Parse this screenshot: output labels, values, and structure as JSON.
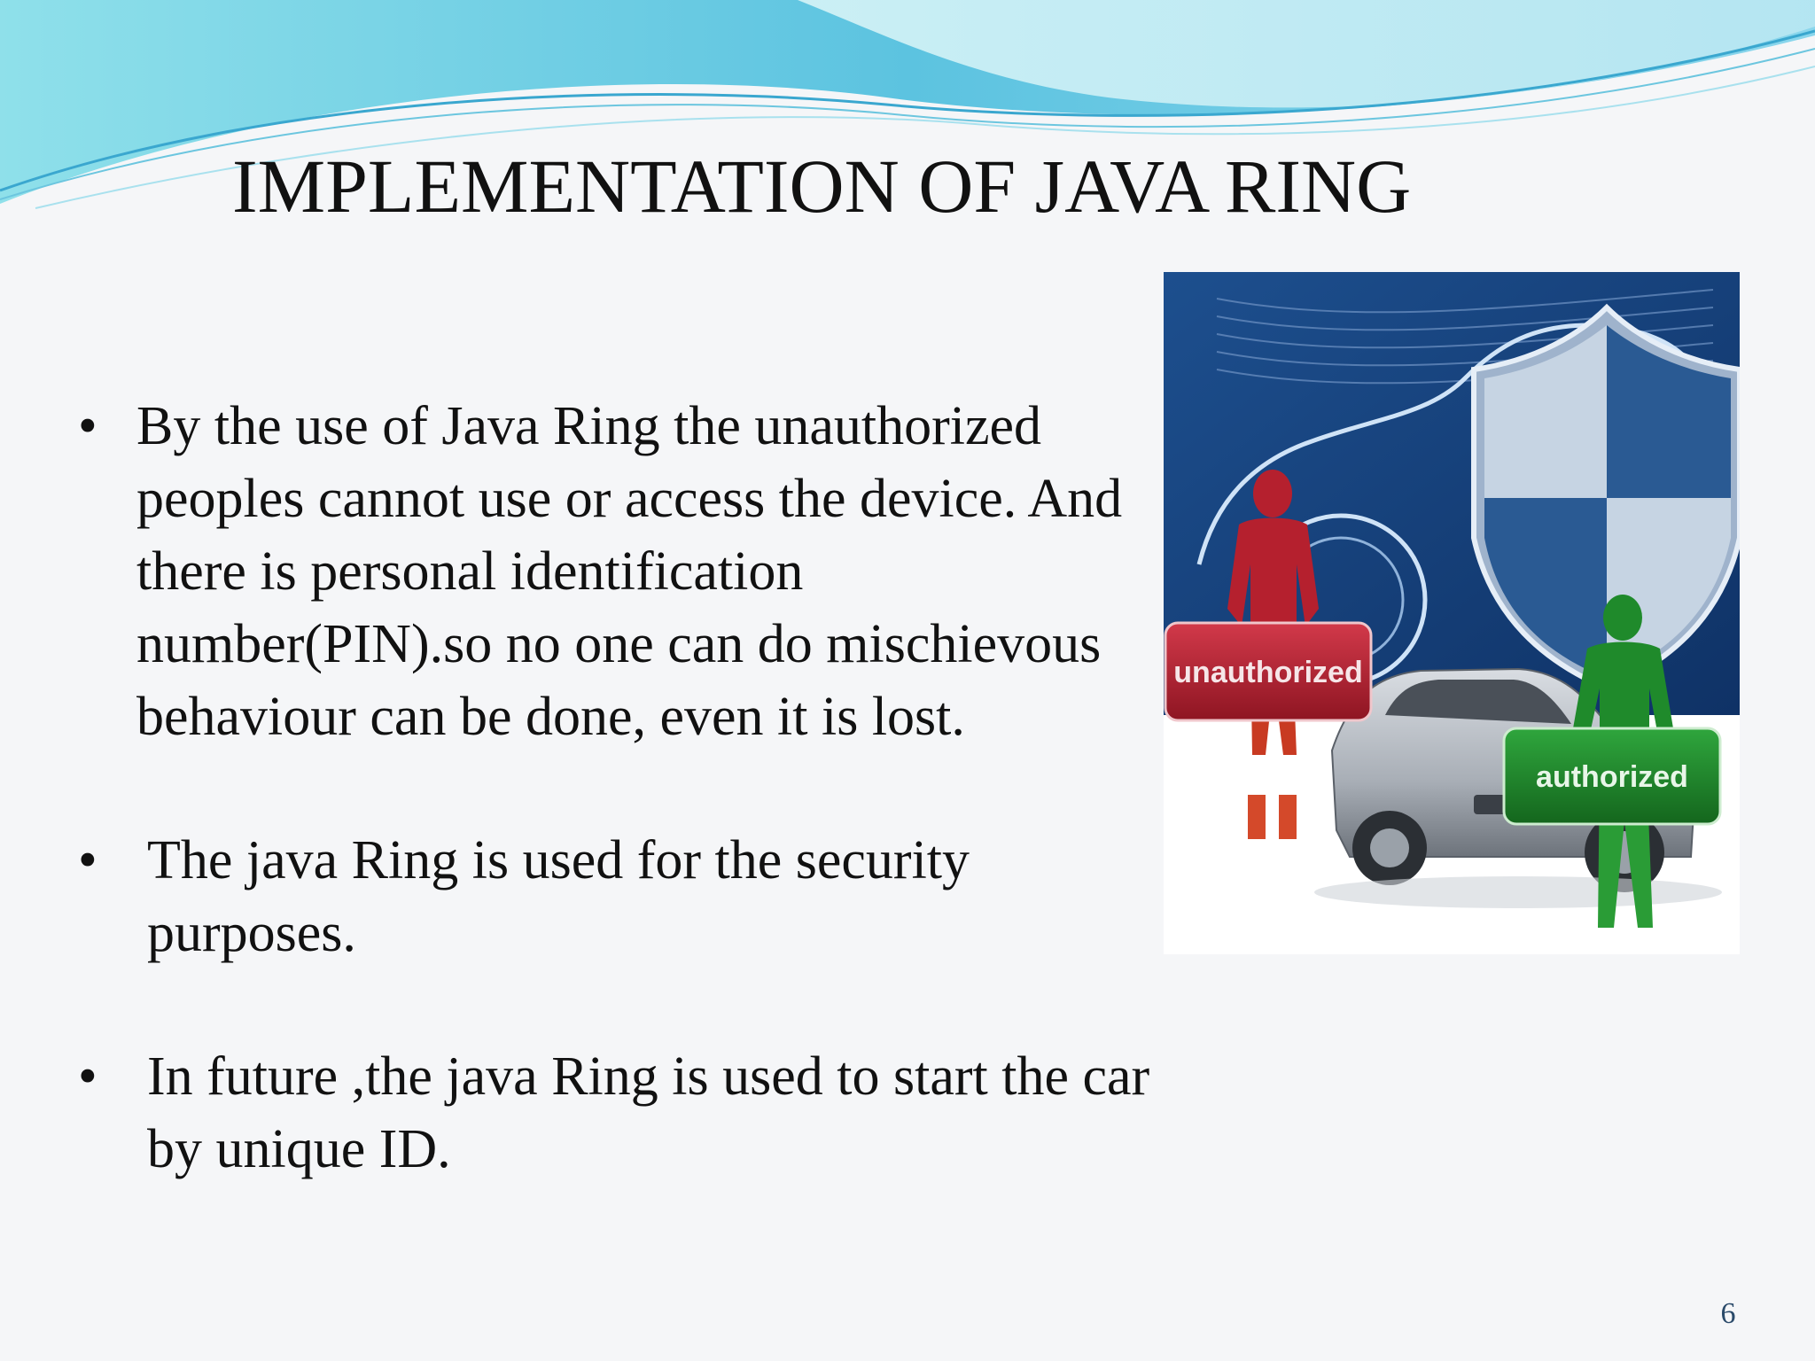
{
  "slide": {
    "title": "IMPLEMENTATION OF JAVA RING",
    "bullets": [
      {
        "symbol": "•",
        "text": "By the use of Java Ring the unauthorized peoples cannot use or access the device. And there is personal identification number(PIN).so no one can do mischievous behaviour can be done, even it is lost."
      },
      {
        "symbol": "•",
        "text": "The java Ring is used for the security purposes."
      },
      {
        "symbol": "•",
        "text": "In future ,the  java Ring is used to start the car by unique ID."
      }
    ],
    "figure": {
      "label_unauthorized": "unauthorized",
      "label_authorized": "authorized"
    },
    "page_number": "6"
  },
  "colors": {
    "banner_light": "#c9eef4",
    "banner_mid": "#7fd3e6",
    "banner_dark": "#4bb3d6",
    "figure_background": "#123a6e",
    "unauthorized_red": "#b5202e",
    "authorized_green": "#1f8a2b"
  }
}
